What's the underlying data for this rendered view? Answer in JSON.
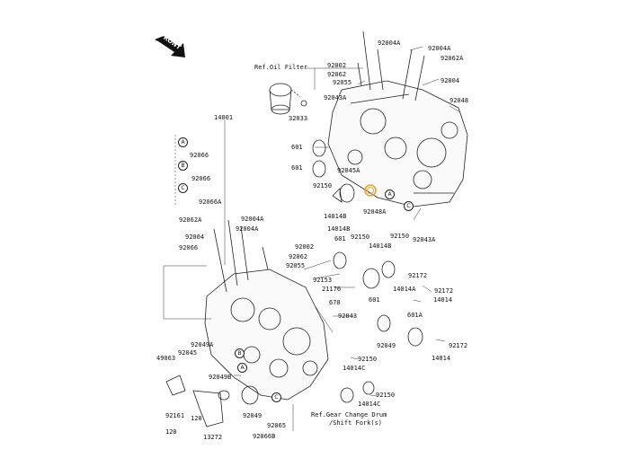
{
  "front_label": "FRONT",
  "ref_notes": {
    "oil_filter": "Ref.Oil Filter",
    "gear_change_1": "Ref.Gear Change Drum",
    "gear_change_2": "/Shift Fork(s)"
  },
  "callouts": {
    "a": "A",
    "b": "B",
    "c": "C"
  },
  "labels": {
    "p92004a_1": "92004A",
    "p92004a_2": "92004A",
    "p92062a_1": "92062A",
    "p92004_1": "92004",
    "p92002_1": "92002",
    "p92062_1": "92062",
    "p92055_1": "92055",
    "p92043a_1": "92043A",
    "p92048_1": "92048",
    "p14001": "14001",
    "p32033": "32033",
    "p601_1": "601",
    "p601_2": "601",
    "p92045a": "92045A",
    "p92150_1": "92150",
    "p14014b_1": "14014B",
    "p92048a": "92048A",
    "p92043a_2": "92043A",
    "p92066": "92066",
    "p92066_1": "92066",
    "p92066a": "92066A",
    "p92062a_2": "92062A",
    "p92004a_3": "92004A",
    "p92004a_4": "92004A",
    "p92004_2": "92004",
    "p92066b": "92066",
    "p14014b_2": "14014B",
    "p92150_2": "92150",
    "p14014b_3": "14014B",
    "p92150_3": "92150",
    "p92002_2": "92002",
    "p92062_2": "92062",
    "p92055_2": "92055",
    "p601_3": "601",
    "p92153": "92153",
    "p21176": "21176",
    "p92172_1": "92172",
    "p14014a": "14014A",
    "p92172_2": "92172",
    "p601_4": "601",
    "p14014_1": "14014",
    "p670": "670",
    "p92043": "92043",
    "p601a": "601A",
    "p49063": "49063",
    "p92049a": "92049A",
    "p92045": "92045",
    "p92049": "92049",
    "p92172_3": "92172",
    "p14014_2": "14014",
    "p92150_4": "92150",
    "p14014c_1": "14014C",
    "p92049b": "92049B",
    "p92150_5": "92150",
    "p14014c_2": "14014C",
    "p92161": "92161",
    "p120_1": "120",
    "p92049_2": "92049",
    "p92065": "92065",
    "p120_2": "120",
    "p13272": "13272",
    "p92066b2": "92066B"
  },
  "highlight_color": "#e8a33c"
}
